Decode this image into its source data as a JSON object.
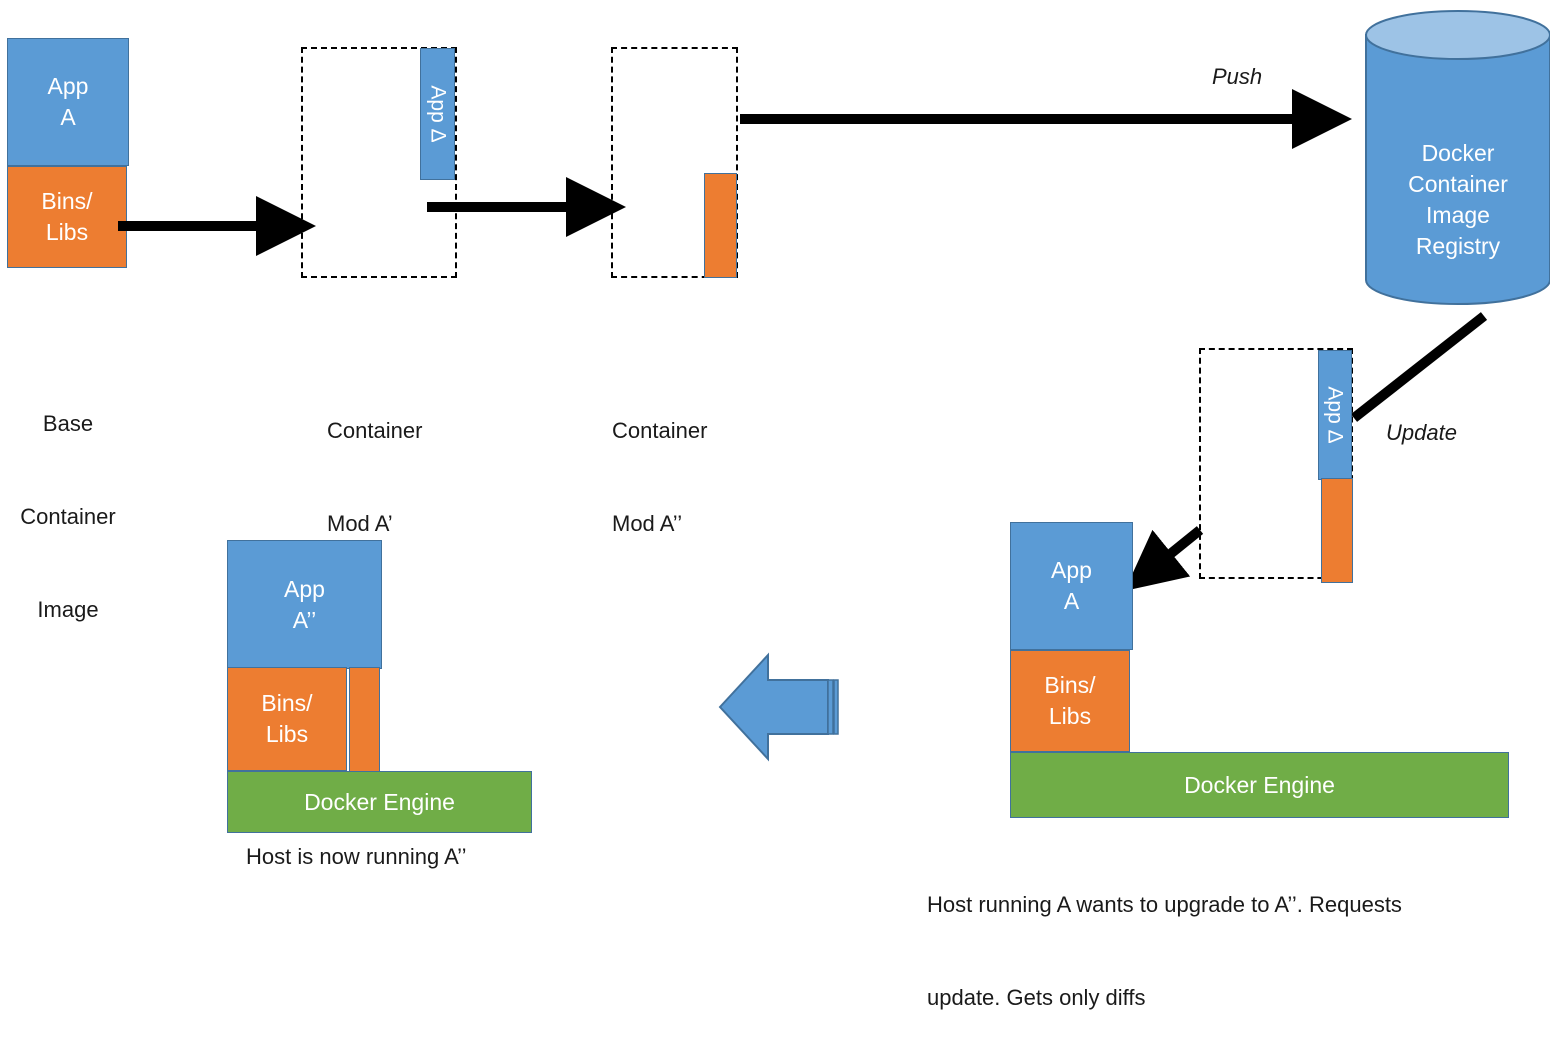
{
  "base": {
    "app_line1": "App",
    "app_line2": "A",
    "bins_line1": "Bins/",
    "bins_line2": "Libs",
    "caption_line1": "Base",
    "caption_line2": "Container",
    "caption_line3": "Image"
  },
  "mod1": {
    "delta_label": "App Δ",
    "caption_line1": "Container",
    "caption_line2": "Mod A’"
  },
  "mod2": {
    "caption_line1": "Container",
    "caption_line2": "Mod A’’"
  },
  "push_label": "Push",
  "registry": {
    "line1": "Docker",
    "line2": "Container",
    "line3": "Image",
    "line4": "Registry"
  },
  "update_label": "Update",
  "update_container": {
    "delta_label": "App Δ"
  },
  "host_before": {
    "app_line1": "App",
    "app_line2": "A",
    "bins_line1": "Bins/",
    "bins_line2": "Libs",
    "engine": "Docker Engine",
    "caption_line1": "Host running A wants to upgrade to A’’. Requests",
    "caption_line2": "update. Gets only diffs"
  },
  "host_after": {
    "app_line1": "App",
    "app_line2": "A’’",
    "bins_line1": "Bins/",
    "bins_line2": "Libs",
    "engine": "Docker Engine",
    "caption": "Host is now running A’’"
  },
  "colors": {
    "app_blue": "#5b9bd5",
    "libs_orange": "#ed7d31",
    "engine_green": "#70ad47",
    "outline": "#41719c"
  }
}
